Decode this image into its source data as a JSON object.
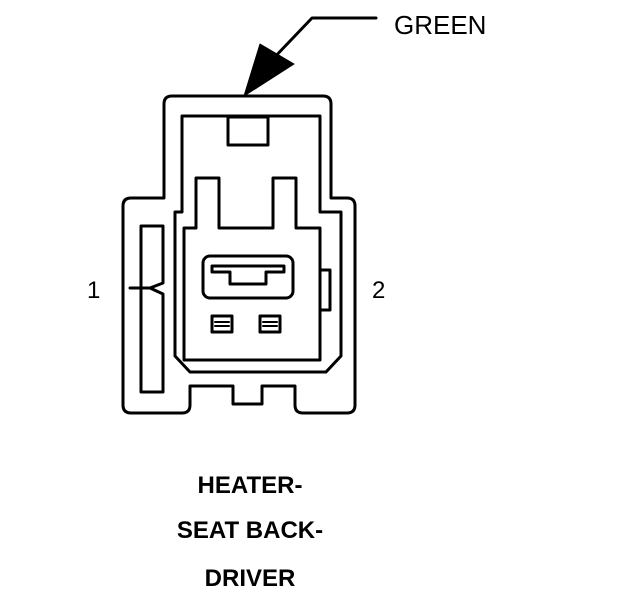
{
  "connector": {
    "color_label": "GREEN",
    "pins": [
      "1",
      "2"
    ],
    "caption_lines": [
      "HEATER-",
      "SEAT BACK-",
      "DRIVER"
    ]
  },
  "colors": {
    "line": "#000000",
    "background": "#ffffff"
  }
}
